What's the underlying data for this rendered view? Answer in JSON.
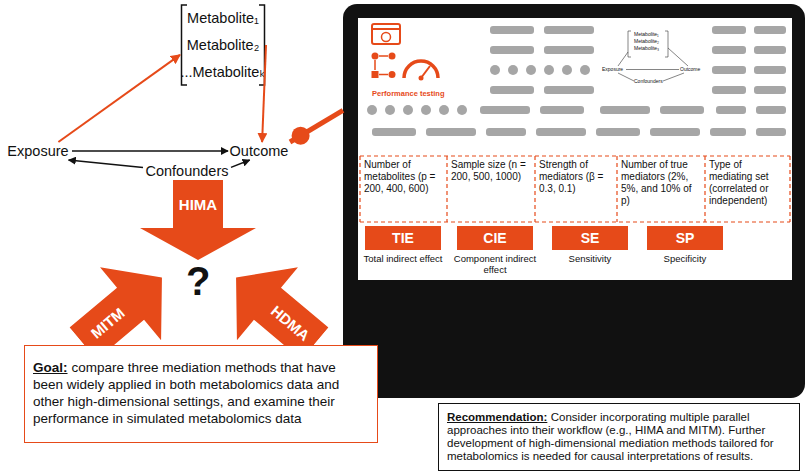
{
  "diagram": {
    "nodes": [
      {
        "text": [
          "Metabolite₁",
          "Metabolite₂",
          "...Metaboliteₖ"
        ]
      },
      {
        "text": [
          "Exposure"
        ]
      },
      {
        "text": [
          "Outcome"
        ]
      },
      {
        "text": [
          "Confounders"
        ]
      },
      {
        "text": [
          "HIMA"
        ]
      },
      {
        "text": [
          "MITM"
        ]
      },
      {
        "text": [
          "HDMA"
        ]
      },
      {
        "text": [
          "Goal:",
          "compare three mediation methods that have been widely applied in both metabolomics data and other high-dimensional settings, and examine their performance in simulated metabolomics data"
        ]
      },
      {
        "text": [
          "Performance testing"
        ]
      },
      {
        "text": [
          "Number of metabolites (p = 200, 400, 600)"
        ],
        "in": 8
      },
      {
        "text": [
          "Sample size (n = 200, 500, 1000)"
        ],
        "in": 8
      },
      {
        "text": [
          "Strength of mediators (β = 0.3, 0.1)"
        ],
        "in": 8
      },
      {
        "text": [
          "Number of true mediators (2%, 5%, and 10% of p)"
        ],
        "in": 8
      },
      {
        "text": [
          "Type of mediating set (correlated or independent)"
        ],
        "in": 8
      },
      {
        "text": [
          "TIE",
          "Total indirect effect"
        ],
        "in": 8
      },
      {
        "text": [
          "CIE",
          "Component indirect effect"
        ],
        "in": 8
      },
      {
        "text": [
          "SE",
          "Sensitivity"
        ],
        "in": 8
      },
      {
        "text": [
          "SP",
          "Specificity"
        ],
        "in": 8
      },
      {
        "text": [
          "Recommendation:",
          "Consider incorporating multiple parallel approaches into their workflow (e.g., HIMA and MITM). Further development of high-dimensional mediation methods tailored for metabolomics is needed for causal interpretations of results."
        ]
      }
    ],
    "edges": [
      {
        "from": 1,
        "to": 0,
        "arrow": "to"
      },
      {
        "from": 0,
        "to": 2,
        "arrow": "to"
      },
      {
        "from": 1,
        "to": 2,
        "arrow": "to"
      },
      {
        "from": 3,
        "to": 1,
        "arrow": "to"
      },
      {
        "from": 3,
        "to": 2,
        "arrow": "to"
      },
      {
        "from": 2,
        "to": 8,
        "arrow": "none"
      }
    ],
    "labels": [
      "?",
      "Metabolite₁",
      "Metabolite₂",
      "Metabolite₃",
      "Exposure",
      "Outcome",
      "Confounders"
    ]
  }
}
